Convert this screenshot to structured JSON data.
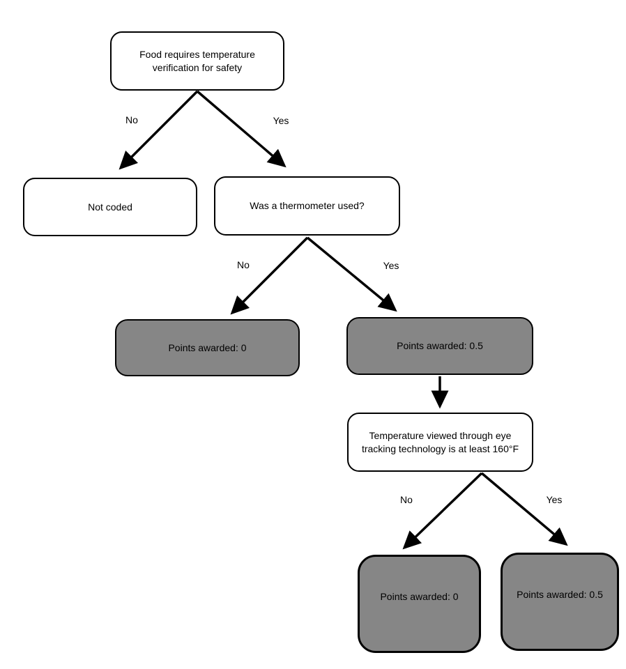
{
  "diagram": {
    "type": "decision-tree-flowchart",
    "nodes": {
      "root": {
        "label": "Food requires temperature verification for safety",
        "kind": "decision"
      },
      "not_coded": {
        "label": "Not coded",
        "kind": "decision"
      },
      "thermometer": {
        "label": "Was a thermometer used?",
        "kind": "decision"
      },
      "points_zero_mid": {
        "label": "Points awarded: 0",
        "kind": "outcome"
      },
      "points_half_mid": {
        "label": "Points awarded: 0.5",
        "kind": "outcome"
      },
      "temp_160": {
        "label": "Temperature viewed through eye tracking technology is at least 160°F",
        "kind": "decision"
      },
      "points_zero_bottom": {
        "label": "Points awarded: 0",
        "kind": "outcome"
      },
      "points_half_bottom": {
        "label": "Points awarded: 0.5",
        "kind": "outcome"
      }
    },
    "edge_labels": {
      "root_no": "No",
      "root_yes": "Yes",
      "thermometer_no": "No",
      "thermometer_yes": "Yes",
      "temp160_no": "No",
      "temp160_yes": "Yes"
    },
    "colors": {
      "background": "#ffffff",
      "decision_fill": "#ffffff",
      "outcome_fill": "#868686",
      "border": "#000000",
      "arrow": "#000000",
      "text": "#000000"
    }
  }
}
